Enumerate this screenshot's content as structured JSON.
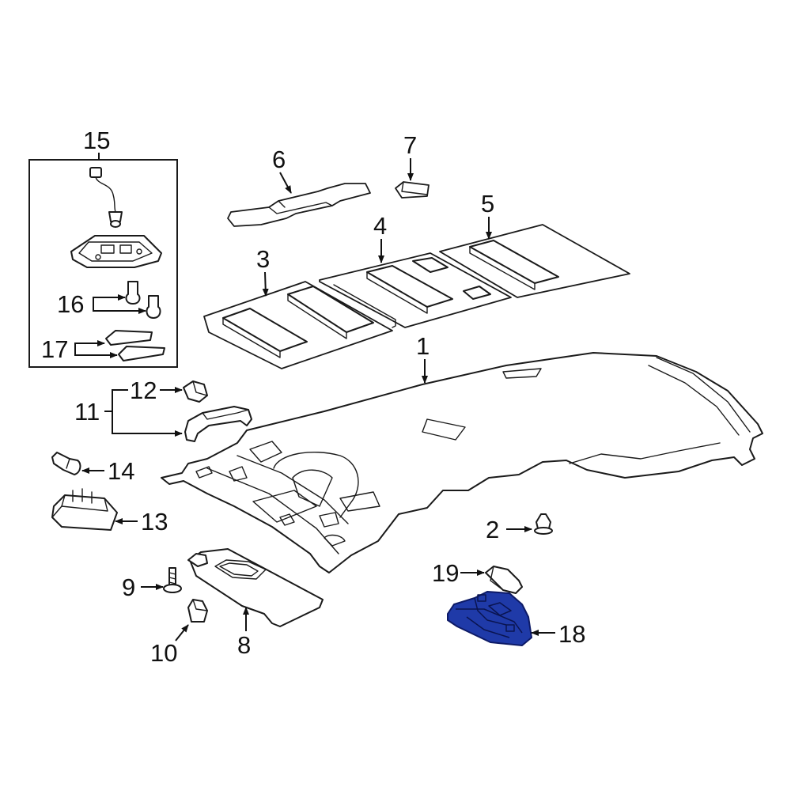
{
  "diagram": {
    "highlight_color": "#1f3aa8",
    "callouts": {
      "c1": "1",
      "c2": "2",
      "c3": "3",
      "c4": "4",
      "c5": "5",
      "c6": "6",
      "c7": "7",
      "c8": "8",
      "c9": "9",
      "c10": "10",
      "c11": "11",
      "c12": "12",
      "c13": "13",
      "c14": "14",
      "c15": "15",
      "c16": "16",
      "c17": "17",
      "c18": "18",
      "c19": "19"
    }
  }
}
